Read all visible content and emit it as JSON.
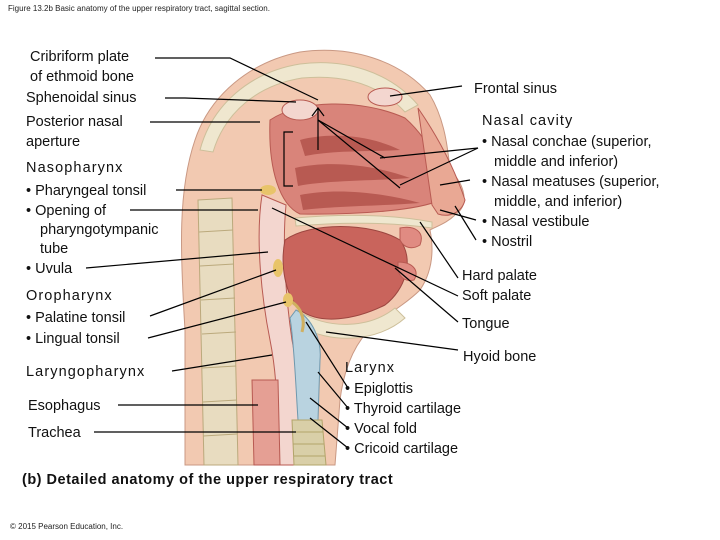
{
  "header": "Figure 13.2b Basic anatomy of the upper respiratory tract, sagittal section.",
  "left_labels": {
    "cribriform_1": "Cribriform plate",
    "cribriform_2": "of ethmoid bone",
    "sphenoidal": "Sphenoidal sinus",
    "posterior_1": "Posterior nasal",
    "posterior_2": "aperture",
    "nasopharynx_head": "Nasopharynx",
    "naso_items": [
      "• Pharyngeal tonsil",
      "• Opening of",
      "pharyngotympanic",
      "tube",
      "• Uvula"
    ],
    "oropharynx_head": "Oropharynx",
    "oro_items": [
      "• Palatine tonsil",
      "• Lingual tonsil"
    ],
    "laryngopharynx_head": "Laryngopharynx",
    "esophagus": "Esophagus",
    "trachea": "Trachea"
  },
  "right_labels": {
    "frontal_sinus": "Frontal sinus",
    "nasal_cavity_head": "Nasal cavity",
    "nasal_items": [
      "• Nasal conchae (superior,",
      "middle and inferior)",
      "• Nasal meatuses (superior,",
      "middle, and inferior)",
      "• Nasal vestibule",
      "• Nostril"
    ],
    "hard_palate": "Hard palate",
    "soft_palate": "Soft palate",
    "tongue": "Tongue",
    "hyoid_bone": "Hyoid bone",
    "larynx_head": "Larynx",
    "larynx_items": [
      "• Epiglottis",
      "• Thyroid cartilage",
      "• Vocal fold",
      "• Cricoid cartilage"
    ]
  },
  "caption": "(b) Detailed anatomy of the upper respiratory tract",
  "copyright": "© 2015 Pearson Education, Inc.",
  "colors": {
    "tissue": "#d9847a",
    "tissue_dark": "#b85a52",
    "airway": "#f3d6cf",
    "bone": "#efe7cf",
    "skin": "#f2c9b1",
    "spine": "#e8dcc0",
    "tongue": "#c9645c",
    "cartilage": "#b9d3e0",
    "leader": "#000000"
  }
}
